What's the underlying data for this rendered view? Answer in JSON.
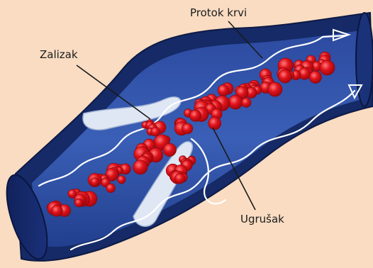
{
  "labels": {
    "flow": "Protok krvi",
    "valve": "Zalizak",
    "clot": "Ugrušak"
  },
  "colors": {
    "background": "#f9dcc2",
    "vessel_outer": "#152a66",
    "vessel_inner": "#2b4a9a",
    "vessel_lumen": "#3658ad",
    "valve": "#dfe7f5",
    "clot": "#e0121b",
    "clot_dark": "#a8080e",
    "clot_highlight": "#ff6a6a",
    "flow_line": "#ffffff",
    "leader_line": "#1a1a1a"
  }
}
